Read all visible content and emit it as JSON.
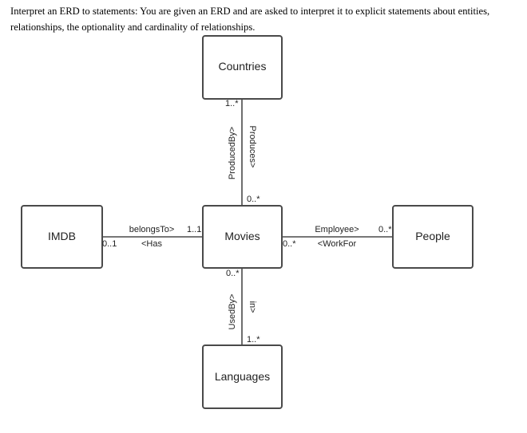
{
  "intro_text": "Interpret an ERD to statements: You are given an ERD and are asked to interpret it to explicit statements about entities, relationships, the optionality and cardinality of relationships.",
  "entities": {
    "countries": "Countries",
    "movies": "Movies",
    "imdb": "IMDB",
    "people": "People",
    "languages": "Languages"
  },
  "relationships": {
    "countries_movies": {
      "forward": "ProducedBy>",
      "reverse": "Produces>",
      "countries_end": "1..*",
      "movies_end": "0..*"
    },
    "imdb_movies": {
      "forward": "belongsTo>",
      "reverse": "<Has",
      "imdb_end": "0..1",
      "movies_end": "1..1"
    },
    "movies_people": {
      "forward": "Employee>",
      "reverse": "<WorkFor",
      "movies_end": "0..*",
      "people_end": "0..*"
    },
    "movies_languages": {
      "forward": "UsedBy>",
      "reverse": "in>",
      "movies_end": "0..*",
      "languages_end": "1..*"
    }
  }
}
